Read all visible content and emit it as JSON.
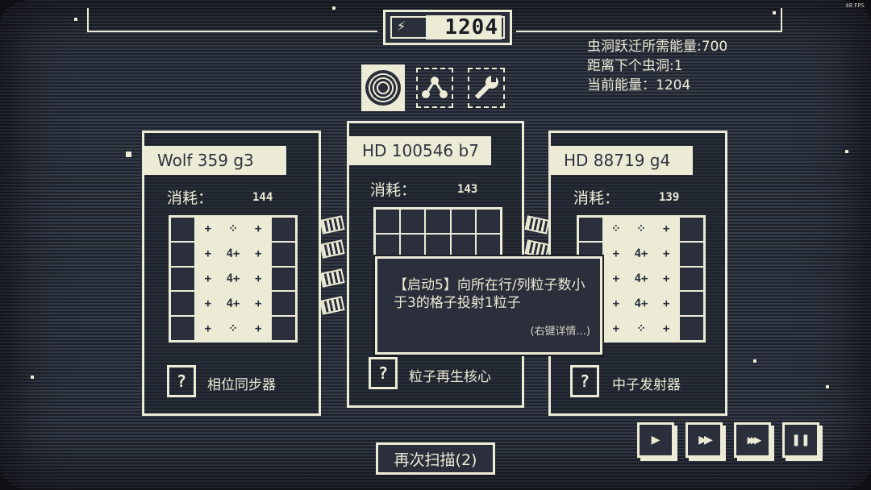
{
  "fps": "48 FPS",
  "energy": {
    "value": "1204",
    "icon": "bolt-icon"
  },
  "info": {
    "wormhole_cost": "虫洞跃迁所需能量:700",
    "distance": "距离下个虫洞:1",
    "current_energy": "当前能量：1204"
  },
  "tabs": [
    {
      "name": "core",
      "icon": "core-icon",
      "active": true
    },
    {
      "name": "network",
      "icon": "nodes-icon",
      "active": false
    },
    {
      "name": "tools",
      "icon": "wrench-icon",
      "active": false
    }
  ],
  "cards": [
    {
      "title": "Wolf 359 g3",
      "cost_label": "消耗：",
      "cost": "144",
      "grid": [
        [
          "",
          "+",
          "⁘",
          "+",
          ""
        ],
        [
          "",
          "+",
          "4+",
          "+",
          ""
        ],
        [
          "",
          "+",
          "4+",
          "+",
          ""
        ],
        [
          "",
          "+",
          "4+",
          "+",
          ""
        ],
        [
          "",
          "+",
          "⁘",
          "+",
          ""
        ]
      ],
      "item_icon": "?",
      "item_name": "相位同步器"
    },
    {
      "title": "HD 100546 b7",
      "cost_label": "消耗：",
      "cost": "143",
      "grid": [
        [
          "",
          "",
          "",
          "",
          ""
        ],
        [
          "",
          "",
          "",
          "",
          ""
        ],
        [
          "",
          "",
          "",
          "",
          ""
        ],
        [
          "",
          "",
          "",
          "",
          ""
        ],
        [
          "",
          "",
          "",
          "",
          ""
        ]
      ],
      "item_icon": "?",
      "item_name": "粒子再生核心"
    },
    {
      "title": "HD 88719 g4",
      "cost_label": "消耗：",
      "cost": "139",
      "grid": [
        [
          "",
          "⁘",
          "⁘",
          "+",
          ""
        ],
        [
          "",
          "+",
          "4+",
          "+",
          ""
        ],
        [
          "",
          "+",
          "4+",
          "+",
          ""
        ],
        [
          "",
          "+",
          "4+",
          "+",
          ""
        ],
        [
          "",
          "+",
          "⁘",
          "+",
          ""
        ]
      ],
      "item_icon": "?",
      "item_name": "中子发射器"
    }
  ],
  "tooltip": {
    "text": "【启动5】向所在行/列粒子数小于3的格子投射1粒子",
    "hint": "(右键详情...)"
  },
  "rescan_label": "再次扫描(2)",
  "controls": [
    {
      "name": "play",
      "glyph": "▶"
    },
    {
      "name": "fast-forward",
      "glyph": "▶▶"
    },
    {
      "name": "faster-forward",
      "glyph": "▶▶▶"
    },
    {
      "name": "pause",
      "glyph": "❚❚"
    }
  ]
}
